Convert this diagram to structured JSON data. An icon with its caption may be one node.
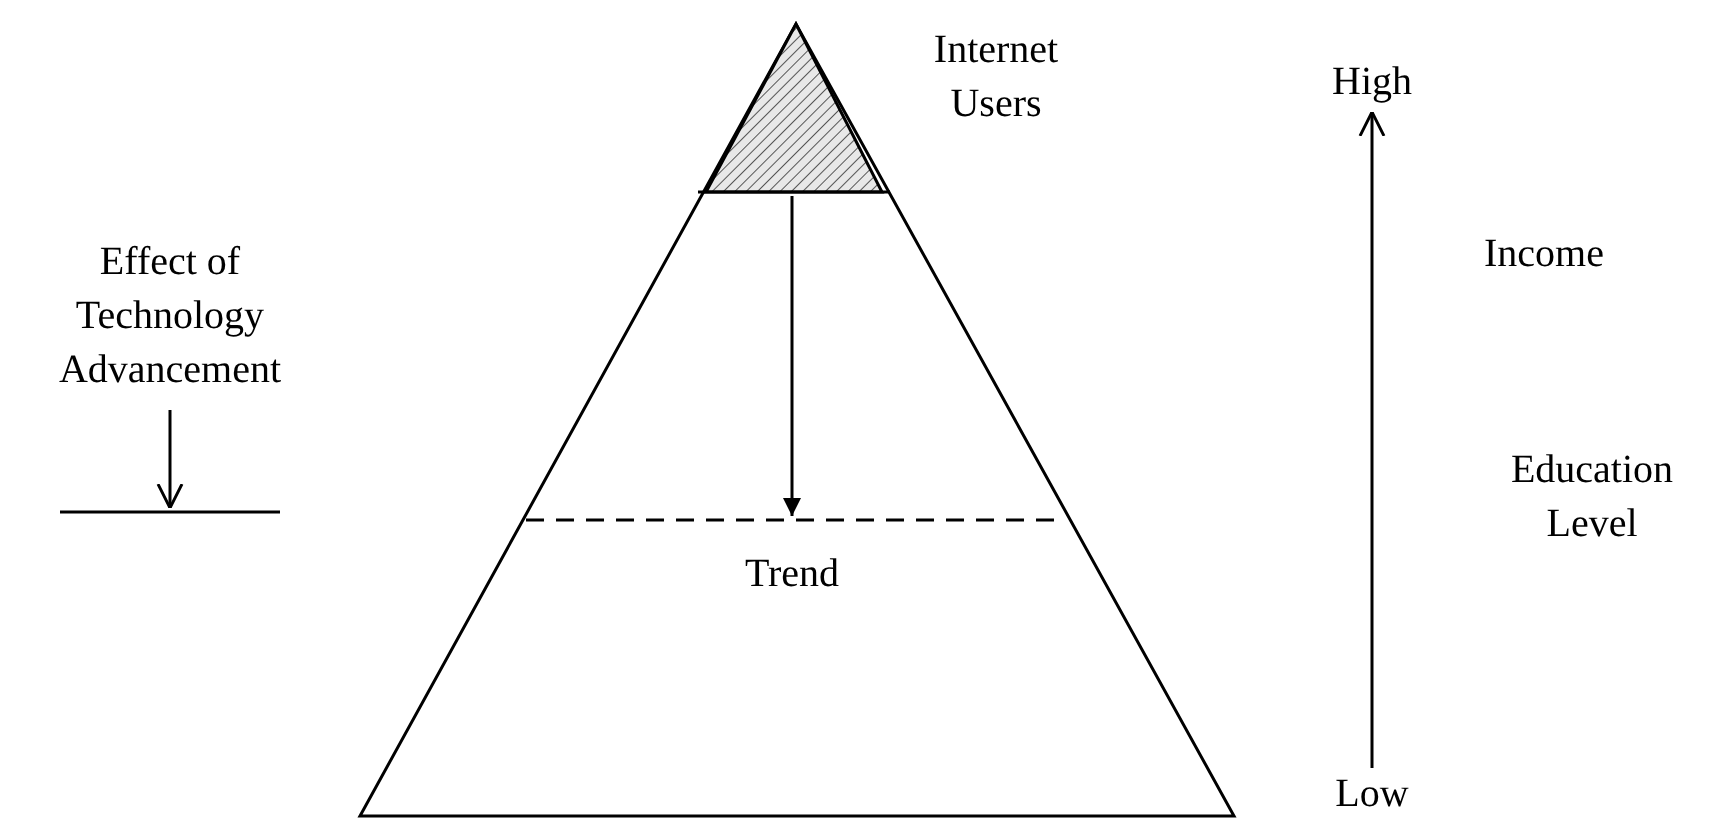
{
  "diagram": {
    "nodes": [
      {
        "text": [],
        "shape": "triangle"
      },
      {
        "text": [],
        "shape": "triangle",
        "in": 0,
        "beside": [
          "Internet Users"
        ]
      },
      {
        "text": [],
        "shape": "bar",
        "in": 0,
        "beside": [
          "Trend"
        ]
      },
      {
        "text": [
          "Effect of Technology Advancement"
        ]
      },
      {
        "text": [],
        "shape": "bar"
      },
      {
        "text": [
          "High"
        ]
      },
      {
        "text": [
          "Low"
        ]
      }
    ],
    "edges": [
      {
        "from": 1,
        "to": 2,
        "arrow": "to"
      },
      {
        "from": 3,
        "to": 4,
        "arrow": "to"
      },
      {
        "from": 6,
        "to": 5,
        "arrow": "to"
      }
    ],
    "labels": [
      "Income",
      "Education Level"
    ]
  }
}
